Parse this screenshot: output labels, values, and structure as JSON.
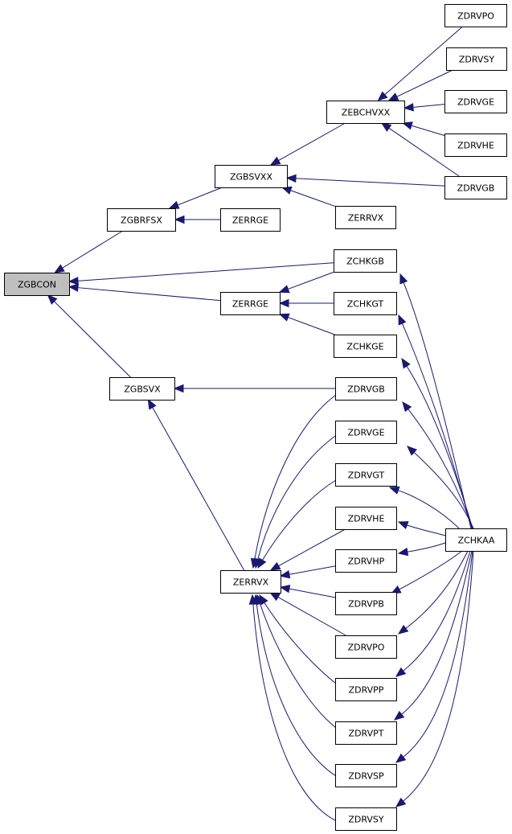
{
  "graph": {
    "nodes": [
      {
        "id": "zgbcon",
        "label": "ZGBCON",
        "root": true
      },
      {
        "id": "zgbrfsx",
        "label": "ZGBRFSX"
      },
      {
        "id": "zgbsvx",
        "label": "ZGBSVX"
      },
      {
        "id": "zgbsvxx",
        "label": "ZGBSVXX"
      },
      {
        "id": "zerrge-a",
        "label": "ZERRGE"
      },
      {
        "id": "zerrge-b",
        "label": "ZERRGE"
      },
      {
        "id": "zerrvx-a",
        "label": "ZERRVX"
      },
      {
        "id": "zerrvx-b",
        "label": "ZERRVX"
      },
      {
        "id": "zebchvxx",
        "label": "ZEBCHVXX"
      },
      {
        "id": "zdrvpo-a",
        "label": "ZDRVPO"
      },
      {
        "id": "zdrvsy-a",
        "label": "ZDRVSY"
      },
      {
        "id": "zdrvge-a",
        "label": "ZDRVGE"
      },
      {
        "id": "zdrvhe-a",
        "label": "ZDRVHE"
      },
      {
        "id": "zdrvgb-a",
        "label": "ZDRVGB"
      },
      {
        "id": "zchkgb",
        "label": "ZCHKGB"
      },
      {
        "id": "zchkgt",
        "label": "ZCHKGT"
      },
      {
        "id": "zchkge",
        "label": "ZCHKGE"
      },
      {
        "id": "zdrvgb-b",
        "label": "ZDRVGB"
      },
      {
        "id": "zdrvge-b",
        "label": "ZDRVGE"
      },
      {
        "id": "zdrvgt",
        "label": "ZDRVGT"
      },
      {
        "id": "zdrvhe-b",
        "label": "ZDRVHE"
      },
      {
        "id": "zdrvhp",
        "label": "ZDRVHP"
      },
      {
        "id": "zdrvpb",
        "label": "ZDRVPB"
      },
      {
        "id": "zdrvpo-b",
        "label": "ZDRVPO"
      },
      {
        "id": "zdrvpp",
        "label": "ZDRVPP"
      },
      {
        "id": "zdrvpt",
        "label": "ZDRVPT"
      },
      {
        "id": "zdrvsp",
        "label": "ZDRVSP"
      },
      {
        "id": "zdrvsy-b",
        "label": "ZDRVSY"
      },
      {
        "id": "zchkaa",
        "label": "ZCHKAA"
      }
    ],
    "edges": [
      {
        "from": "zgbrfsx",
        "to": "zgbcon"
      },
      {
        "from": "zchkgb",
        "to": "zgbcon"
      },
      {
        "from": "zerrge-b",
        "to": "zgbcon"
      },
      {
        "from": "zgbsvx",
        "to": "zgbcon"
      },
      {
        "from": "zgbsvxx",
        "to": "zgbrfsx"
      },
      {
        "from": "zerrge-a",
        "to": "zgbrfsx"
      },
      {
        "from": "zebchvxx",
        "to": "zgbsvxx"
      },
      {
        "from": "zdrvgb-a",
        "to": "zgbsvxx"
      },
      {
        "from": "zerrvx-a",
        "to": "zgbsvxx"
      },
      {
        "from": "zdrvpo-a",
        "to": "zebchvxx"
      },
      {
        "from": "zdrvsy-a",
        "to": "zebchvxx"
      },
      {
        "from": "zdrvge-a",
        "to": "zebchvxx"
      },
      {
        "from": "zdrvhe-a",
        "to": "zebchvxx"
      },
      {
        "from": "zdrvgb-a",
        "to": "zebchvxx"
      },
      {
        "from": "zchkgb",
        "to": "zerrge-b"
      },
      {
        "from": "zchkgt",
        "to": "zerrge-b"
      },
      {
        "from": "zchkge",
        "to": "zerrge-b"
      },
      {
        "from": "zdrvgb-b",
        "to": "zgbsvx"
      },
      {
        "from": "zerrvx-b",
        "to": "zgbsvx"
      },
      {
        "from": "zdrvgb-b",
        "to": "zerrvx-b"
      },
      {
        "from": "zdrvge-b",
        "to": "zerrvx-b"
      },
      {
        "from": "zdrvgt",
        "to": "zerrvx-b"
      },
      {
        "from": "zdrvhe-b",
        "to": "zerrvx-b"
      },
      {
        "from": "zdrvhp",
        "to": "zerrvx-b"
      },
      {
        "from": "zdrvpb",
        "to": "zerrvx-b"
      },
      {
        "from": "zdrvpo-b",
        "to": "zerrvx-b"
      },
      {
        "from": "zdrvpp",
        "to": "zerrvx-b"
      },
      {
        "from": "zdrvpt",
        "to": "zerrvx-b"
      },
      {
        "from": "zdrvsp",
        "to": "zerrvx-b"
      },
      {
        "from": "zdrvsy-b",
        "to": "zerrvx-b"
      },
      {
        "from": "zchkaa",
        "to": "zchkgb"
      },
      {
        "from": "zchkaa",
        "to": "zchkgt"
      },
      {
        "from": "zchkaa",
        "to": "zchkge"
      },
      {
        "from": "zchkaa",
        "to": "zdrvgb-b"
      },
      {
        "from": "zchkaa",
        "to": "zdrvge-b"
      },
      {
        "from": "zchkaa",
        "to": "zdrvgt"
      },
      {
        "from": "zchkaa",
        "to": "zdrvhe-b"
      },
      {
        "from": "zchkaa",
        "to": "zdrvhp"
      },
      {
        "from": "zchkaa",
        "to": "zdrvpb"
      },
      {
        "from": "zchkaa",
        "to": "zdrvpo-b"
      },
      {
        "from": "zchkaa",
        "to": "zdrvpp"
      },
      {
        "from": "zchkaa",
        "to": "zdrvpt"
      },
      {
        "from": "zchkaa",
        "to": "zdrvsp"
      },
      {
        "from": "zchkaa",
        "to": "zdrvsy-b"
      }
    ]
  },
  "colors": {
    "edge": "#191970",
    "node_border": "#000000",
    "node_fill": "#ffffff",
    "root_fill": "#bfbfbf"
  }
}
